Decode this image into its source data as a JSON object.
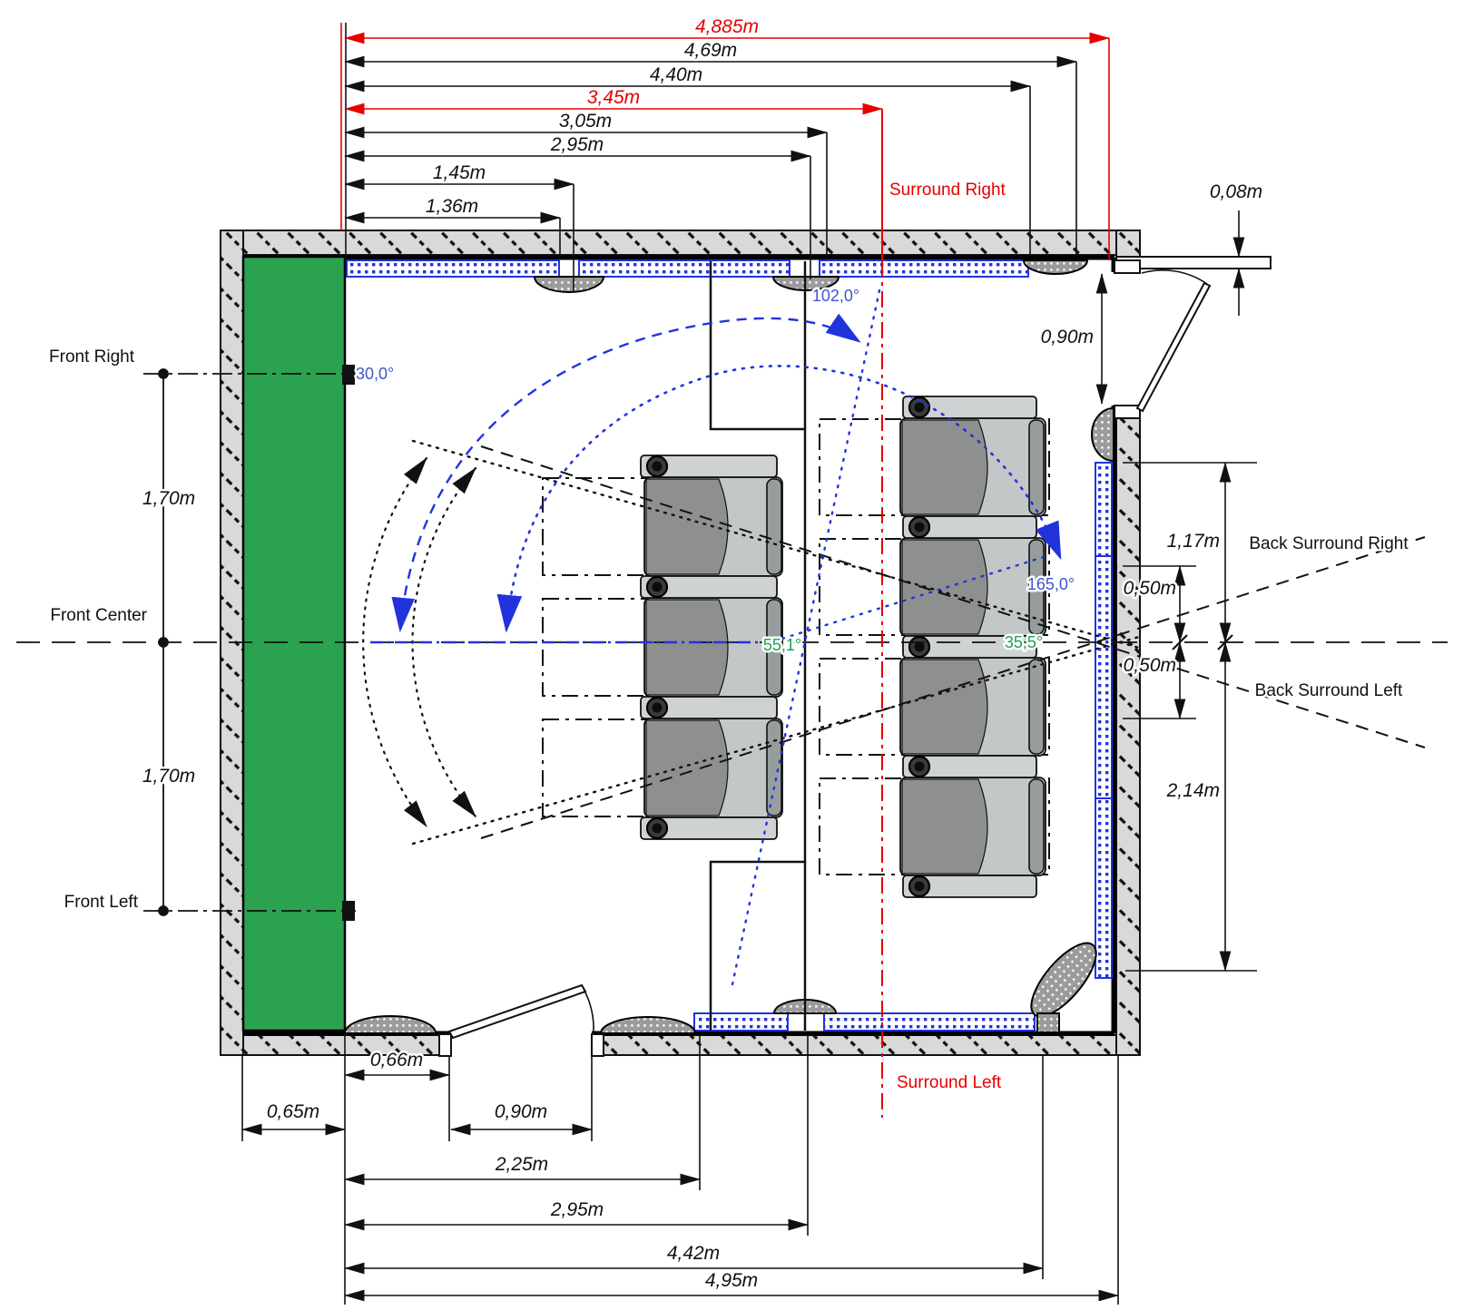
{
  "diagram_type": "home-theater floor plan",
  "colors": {
    "screen_green": "#2ba24f",
    "dimension_red": "#e60000",
    "acoustic_blue": "#2233dd",
    "angle_green": "#1fa152",
    "wall_gray": "#d9d9d9"
  },
  "dims_top": [
    "4,885m",
    "4,69m",
    "4,40m",
    "3,45m",
    "3,05m",
    "2,95m",
    "1,45m",
    "1,36m"
  ],
  "dims_bottom": [
    "0,65m",
    "0,66m",
    "0,90m",
    "2,25m",
    "2,95m",
    "4,42m",
    "4,95m"
  ],
  "dims_left": [
    "1,70m",
    "1,70m"
  ],
  "dims_right": [
    "1,17m",
    "0,50m",
    "0,50m",
    "2,14m"
  ],
  "dim_wall_thickness": "0,08m",
  "dim_door_top": "0,90m",
  "labels": {
    "front_right": "Front Right",
    "front_center": "Front Center",
    "front_left": "Front Left",
    "surround_right": "Surround Right",
    "surround_left": "Surround Left",
    "back_surround_right": "Back Surround Right",
    "back_surround_left": "Back Surround Left"
  },
  "angles": {
    "front_speaker": "30,0°",
    "surround_speaker": "102,0°",
    "back_surround_speaker": "165,0°",
    "viewing_front_row": "55,1°",
    "viewing_back_row": "35,5°"
  }
}
